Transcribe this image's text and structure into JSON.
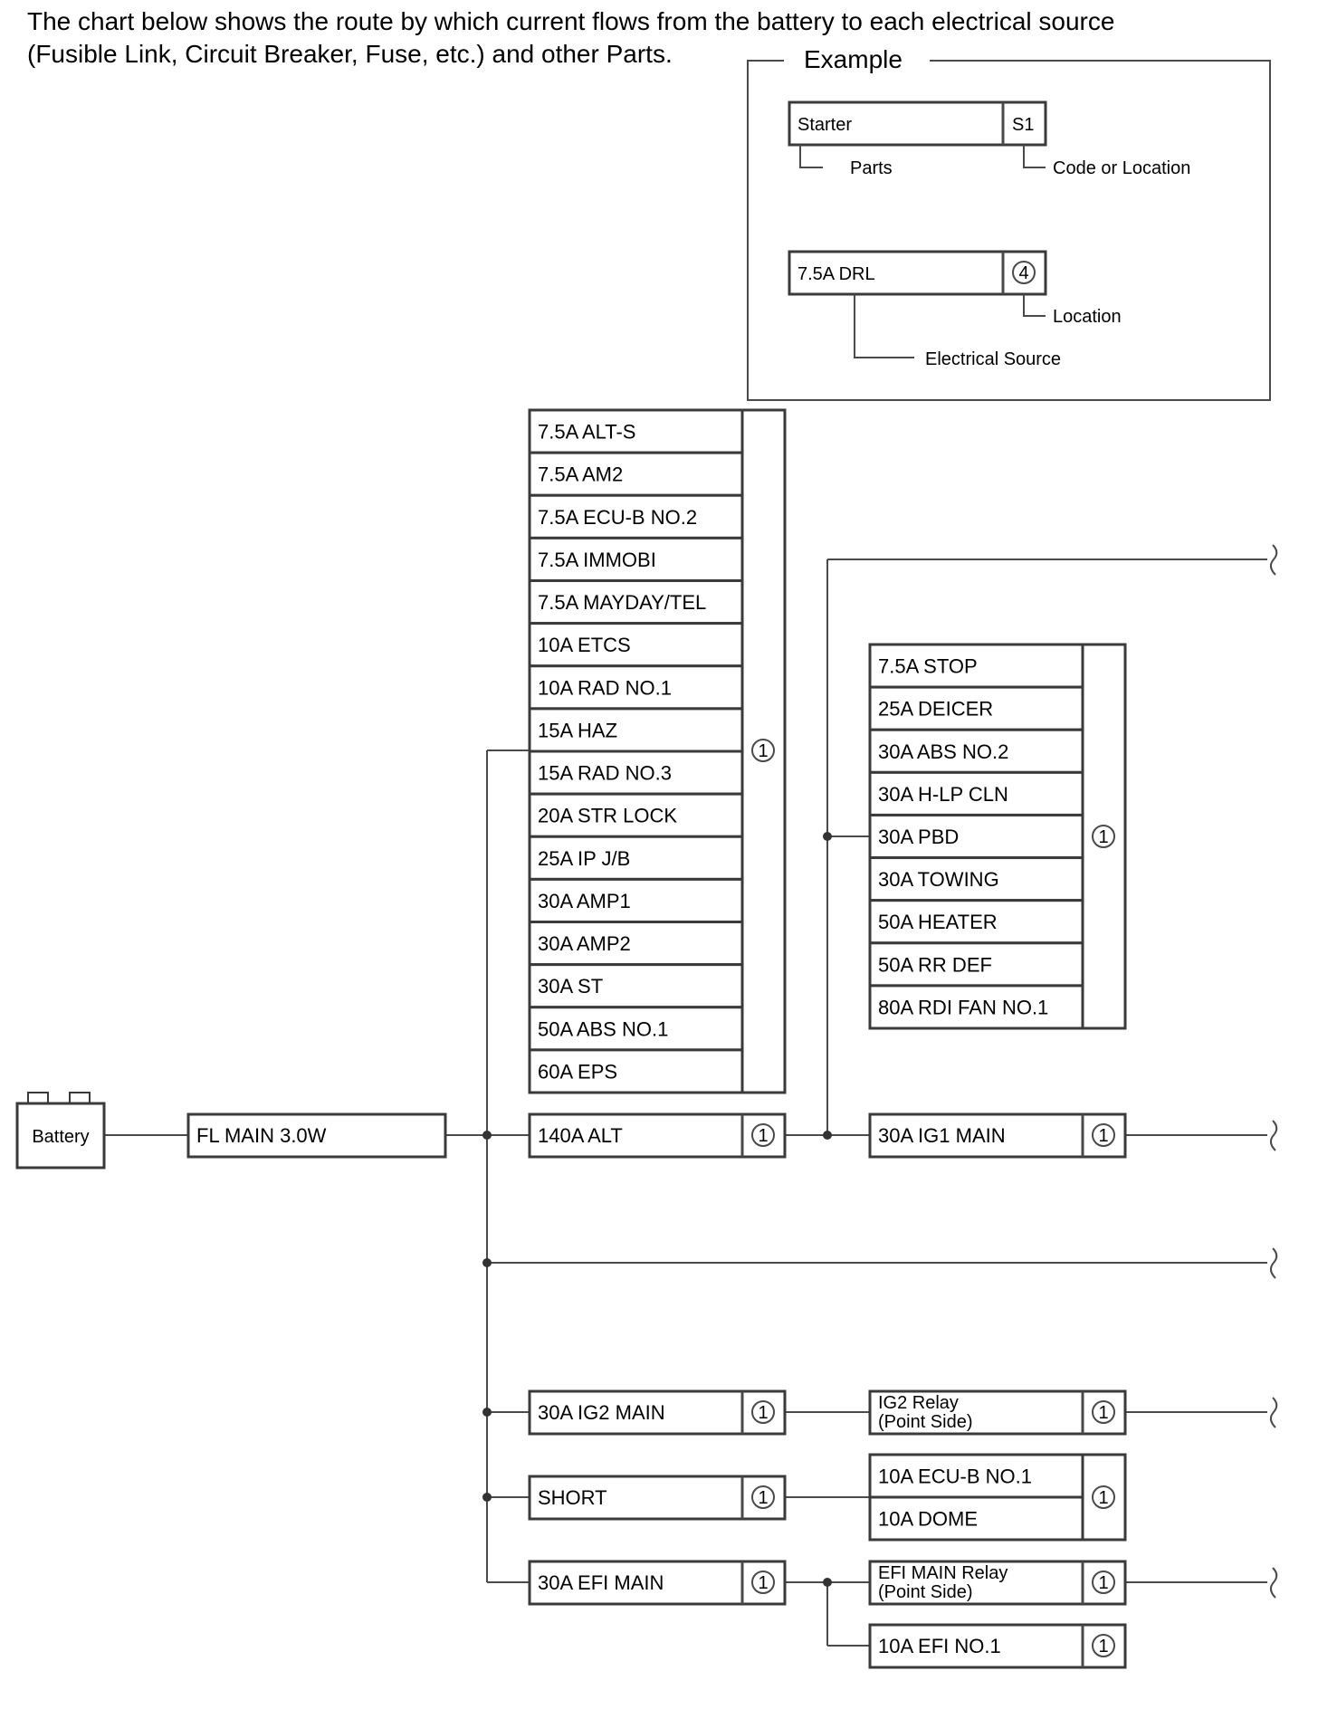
{
  "intro": {
    "line1": "The chart below shows the route by which current flows from the battery to each electrical source",
    "line2": "(Fusible Link, Circuit Breaker, Fuse, etc.) and other Parts."
  },
  "example": {
    "title": "Example",
    "part_label": "Starter",
    "code_label": "S1",
    "parts_caption": "Parts",
    "code_caption": "Code or Location",
    "source_label": "7.5A DRL",
    "location_num": "4",
    "location_caption": "Location",
    "source_caption": "Electrical Source"
  },
  "battery": {
    "label": "Battery"
  },
  "fl_main": {
    "label": "FL MAIN 3.0W"
  },
  "main_group": {
    "location": "1",
    "items": [
      "7.5A ALT-S",
      "7.5A AM2",
      "7.5A ECU-B NO.2",
      "7.5A IMMOBI",
      "7.5A MAYDAY/TEL",
      "10A ETCS",
      "10A RAD NO.1",
      "15A HAZ",
      "15A RAD NO.3",
      "20A STR LOCK",
      "25A IP J/B",
      "30A AMP1",
      "30A AMP2",
      "30A ST",
      "50A ABS NO.1",
      "60A EPS"
    ]
  },
  "alt_group": {
    "location": "1",
    "items": [
      "7.5A STOP",
      "25A DEICER",
      "30A ABS NO.2",
      "30A H-LP CLN",
      "30A PBD",
      "30A TOWING",
      "50A HEATER",
      "50A RR DEF",
      "80A RDI FAN NO.1"
    ]
  },
  "alt": {
    "label": "140A ALT",
    "location": "1"
  },
  "ig1_main": {
    "label": "30A IG1 MAIN",
    "location": "1"
  },
  "ig2_main": {
    "label": "30A IG2 MAIN",
    "location": "1"
  },
  "ig2_relay": {
    "line1": "IG2 Relay",
    "line2": "(Point Side)",
    "location": "1"
  },
  "short": {
    "label": "SHORT",
    "location": "1"
  },
  "short_group": {
    "location": "1",
    "items": [
      "10A ECU-B NO.1",
      "10A DOME"
    ]
  },
  "efi_main": {
    "label": "30A EFI MAIN",
    "location": "1"
  },
  "efi_relay": {
    "line1": "EFI MAIN Relay",
    "line2": "(Point Side)",
    "location": "1"
  },
  "efi_no1": {
    "label": "10A EFI NO.1",
    "location": "1"
  }
}
